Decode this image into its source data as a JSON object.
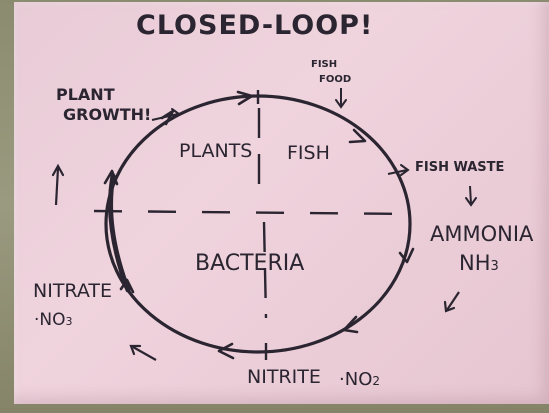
{
  "title": "CLOSED-LOOP!",
  "inputs": {
    "fish_food_line1": "FISH",
    "fish_food_line2": "FOOD"
  },
  "circle_labels": {
    "plants": "PLANTS",
    "fish": "FISH",
    "bacteria": "BACTERIA"
  },
  "outside_labels": {
    "fish_waste": "FISH WASTE",
    "ammonia": "AMMONIA",
    "ammonia_formula_base": "NH",
    "ammonia_formula_sub": "3",
    "nitrite": "NITRITE",
    "nitrite_formula_base": "NO",
    "nitrite_formula_sub": "2",
    "nitrate": "NITRATE",
    "nitrate_formula_base": "NO",
    "nitrate_formula_sub": "3",
    "plant_growth_line1": "PLANT",
    "plant_growth_line2": "GROWTH!"
  },
  "colors": {
    "card": "#ecd0da",
    "ink": "#2a2530",
    "background": "#8f9276"
  }
}
